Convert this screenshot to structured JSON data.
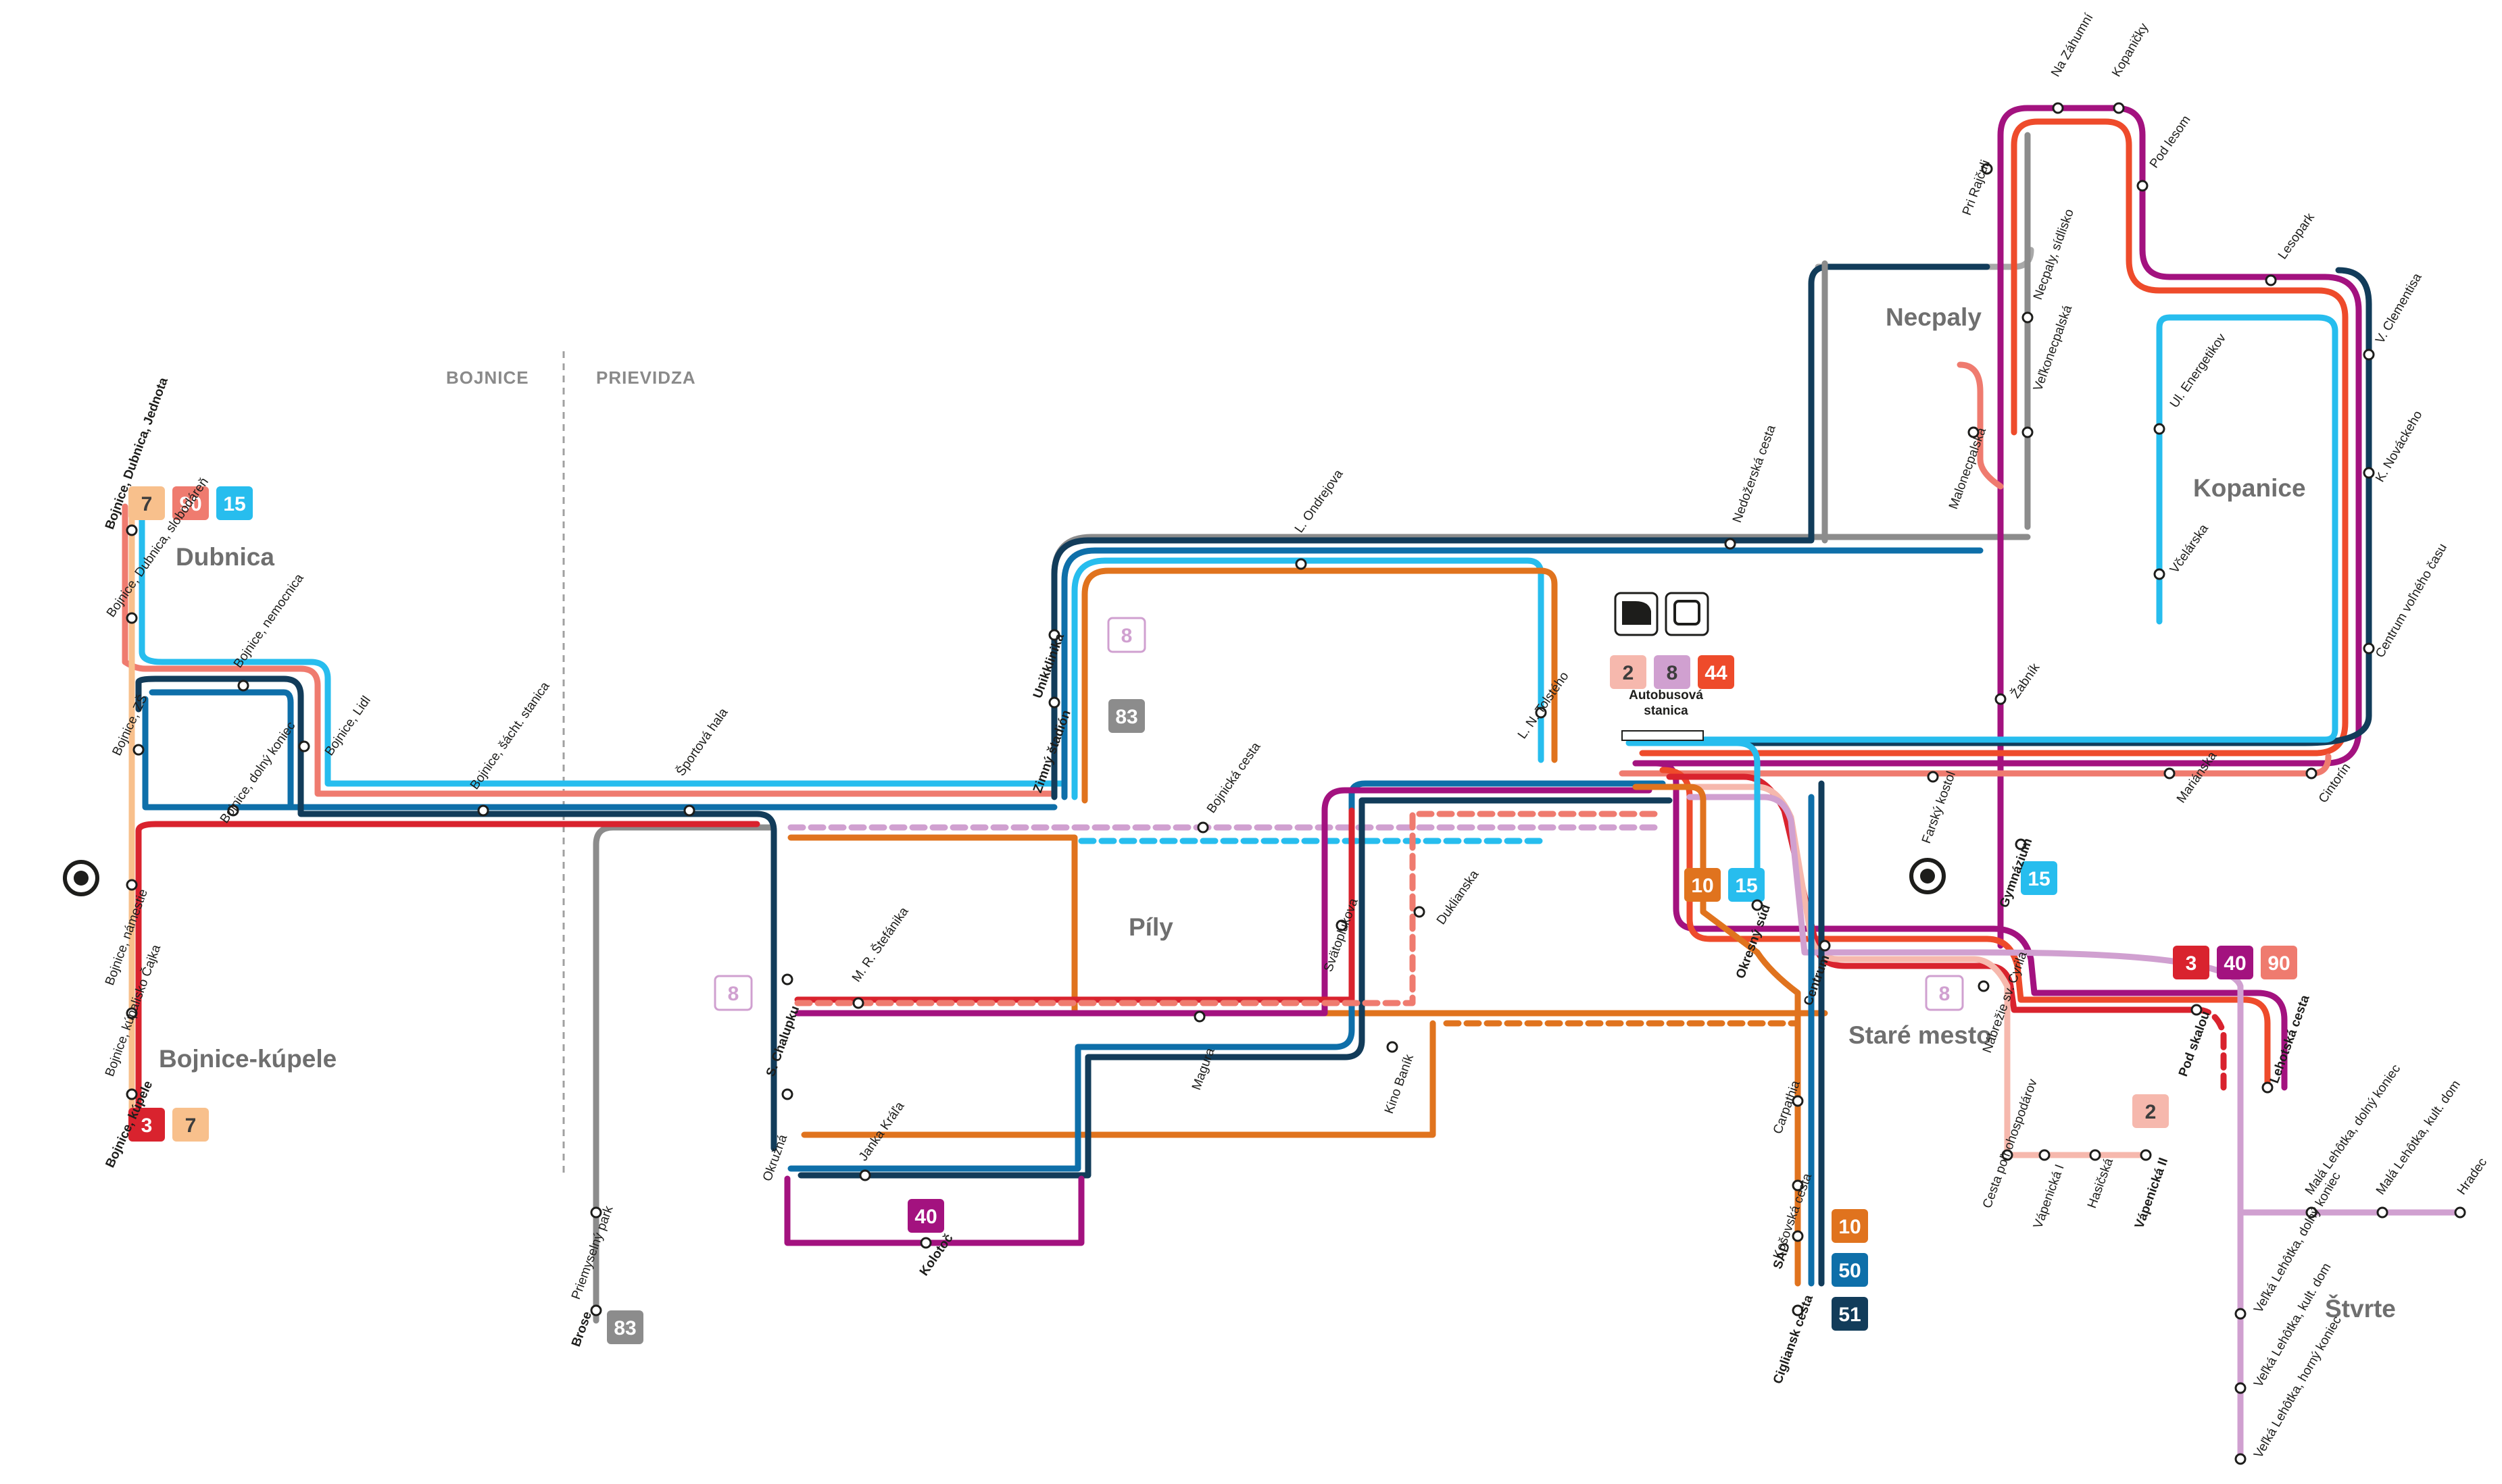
{
  "colors": {
    "line_2": "#f6b8ad",
    "line_3": "#d9232e",
    "line_7": "#f8c08c",
    "line_8": "#d0a0d0",
    "line_10": "#e0731e",
    "line_15": "#27bdee",
    "line_40": "#a3127f",
    "line_44": "#ee4b2b",
    "line_50": "#0e6fa9",
    "line_51": "#123c5a",
    "line_83": "#8c8c8c",
    "line_90": "#ef7b6f",
    "grey_route": "#a8a8a8"
  },
  "city_labels": {
    "bojnice": "BOJNICE",
    "prievidza": "PRIEVIDZA"
  },
  "districts": {
    "dubnica": "Dubnica",
    "bojnice_kupele": "Bojnice-kúpele",
    "pily": "Píly",
    "necpaly": "Necpaly",
    "kopanice": "Kopanice",
    "stare_mesto": "Staré mesto",
    "stvrte": "Štvrte"
  },
  "terminal": {
    "name_line1": "Autobusová",
    "name_line2": "stanica",
    "icons": [
      "train-icon",
      "bus-icon"
    ]
  },
  "badges": {
    "dubnica": [
      "7",
      "90",
      "15"
    ],
    "bojnice_kupele": [
      "3",
      "7"
    ],
    "unikklinika": "8",
    "zimny_stadion": "83",
    "autobusova_stanica": [
      "2",
      "8",
      "44"
    ],
    "okresny_sud": [
      "10",
      "15"
    ],
    "gymnazium": "15",
    "s_chalupku": "8",
    "centrum": "8",
    "kolotoc": "40",
    "lehotska": [
      "3",
      "40",
      "90"
    ],
    "vapenicka": "2",
    "brose": "83",
    "ciglianska": [
      "10",
      "50",
      "51"
    ]
  },
  "stops": {
    "bojnice_dubnica_jednota": "Bojnice, Dubnica, Jednota",
    "bojnice_dubnica_slobodarne": "Bojnice, Dubnica, slobodáreň",
    "bojnice_nemocnica": "Bojnice, nemocnica",
    "bojnice_lidl": "Bojnice, Lidl",
    "bojnice_zs": "Bojnice, ZŠ",
    "bojnice_dolny_koniec": "Bojnice, dolný koniec",
    "bojnice_namestie": "Bojnice, námestie",
    "bojnice_kupalisko": "Bojnice, kúpalisko Čajka",
    "bojnice_kupele": "Bojnice, kúpele",
    "bojnice_sachtova": "Bojnice, šácht. stanica",
    "sportova_hala": "Športová hala",
    "l_ondrejova": "L. Ondrejova",
    "unikklinika": "Unikklinika",
    "zimny_stadion": "Zimný štadión",
    "bojnicka_cesta": "Bojnická cesta",
    "m_r_stefanika": "M. R. Štefánika",
    "s_chalupku": "S. Chalupku",
    "svatoplukova": "Svätoplukova",
    "duklianska": "Duklianska",
    "magura": "Magura",
    "kino_banik": "Kino Baník",
    "okruzna": "Okružná",
    "janka_krala": "Janka Kráľa",
    "kolotoc": "Kolotoč",
    "priemyselny_park": "Priemyselný park",
    "brose": "Brose",
    "l_n_tolsteho": "L. N. Tolstého",
    "nedozerska_cesta": "Nedožerská cesta",
    "malonecpalska": "Malonecpalská",
    "velkonecpalska": "Veľkonecpalská",
    "necpaly_sidlisko": "Necpaly, sídlisko",
    "pri_rajculi": "Pri Rajčuli",
    "na_zahumni": "Na Záhumní",
    "kopanicky": "Kopaničky",
    "pod_lesom": "Pod lesom",
    "lesopark": "Lesopark",
    "v_clementisa": "V. Clementisa",
    "k_novackeho": "K. Nováckeho",
    "centrum_volneho_casu": "Centrum voľného času",
    "ul_energetikov": "Ul. Energetikov",
    "vcelarska": "Včelárska",
    "zabnik": "Žabník",
    "cintorin": "Cintorín",
    "marianska": "Mariánska",
    "farsky_kostol": "Farský kostol",
    "gymnazium": "Gymnázium",
    "okresny_sud": "Okresný súd",
    "centrum": "Centrum",
    "nabrezie": "Nábrežie sv. Cyrila",
    "pod_skalou": "Pod skalou",
    "lehotska_cesta": "Lehotská cesta",
    "carpathia": "Carpathia",
    "kosovska_cesta": "Košovská cesta",
    "sad": "SAD",
    "ciglianska_cesta": "Cigliansk cesta",
    "cesta_polnohospodarov": "Cesta poľnohospodárov",
    "vapenicka_i": "Vápenická I",
    "hasicska": "Hasičská",
    "vapenicka_ii": "Vápenická II",
    "mala_lehotka_dolny": "Malá Lehôtka, dolný koniec",
    "mala_lehotka_kult": "Malá Lehôtka, kult. dom",
    "hradec": "Hradec",
    "velka_lehotka_dolny": "Veľká Lehôtka, dolný koniec",
    "velka_lehotka_kult": "Veľká Lehôtka, kult. dom",
    "velka_lehotka_horny": "Veľká Lehôtka, horný koniec"
  }
}
